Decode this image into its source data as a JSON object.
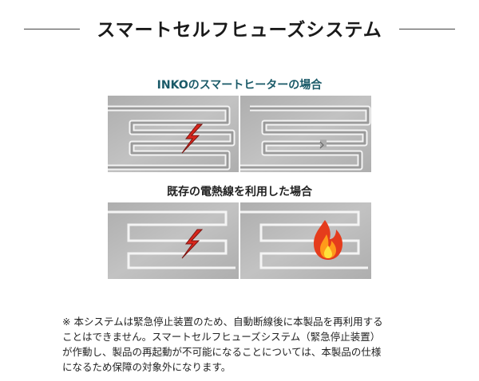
{
  "header": {
    "title": "スマートセルフヒューズシステム"
  },
  "section_smart": {
    "title": "INKOのスマートヒーターの場合"
  },
  "section_existing": {
    "title": "既存の電熱線を利用した場合"
  },
  "note": {
    "lines": [
      "※ 本システムは緊急停止装置のため、自動断線後に本製品を再利用する",
      "ことはできません。スマートセルフヒューズシステム（緊急停止装置）",
      "が作動し、製品の再起動が不可能になることについては、本製品の仕様",
      "になるため保障の対象外になります。"
    ]
  },
  "colors": {
    "panel_bg": "#aeaeae",
    "wire": "#f2f2f2",
    "spark": "#d8261c",
    "flame": "#e53c1c",
    "title_accent": "#1a5a68"
  },
  "icons": [
    "lightning-spark-icon",
    "flame-icon",
    "break-mark-icon"
  ]
}
